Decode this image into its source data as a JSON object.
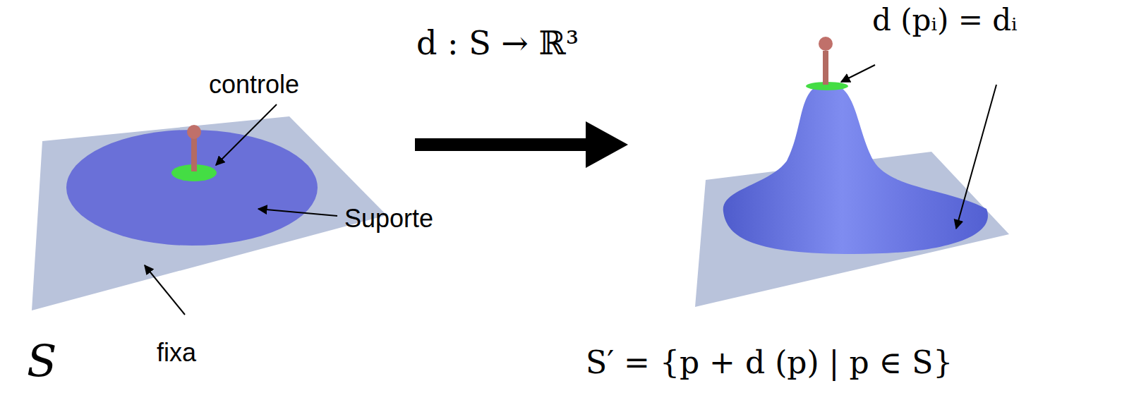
{
  "diagram": {
    "labels": [
      "controle",
      "Suporte",
      "fixa",
      "S",
      "d : S → ℝ³",
      "d (pᵢ) = dᵢ",
      "S′ = {p + d (p) | p ∈ S}"
    ]
  }
}
